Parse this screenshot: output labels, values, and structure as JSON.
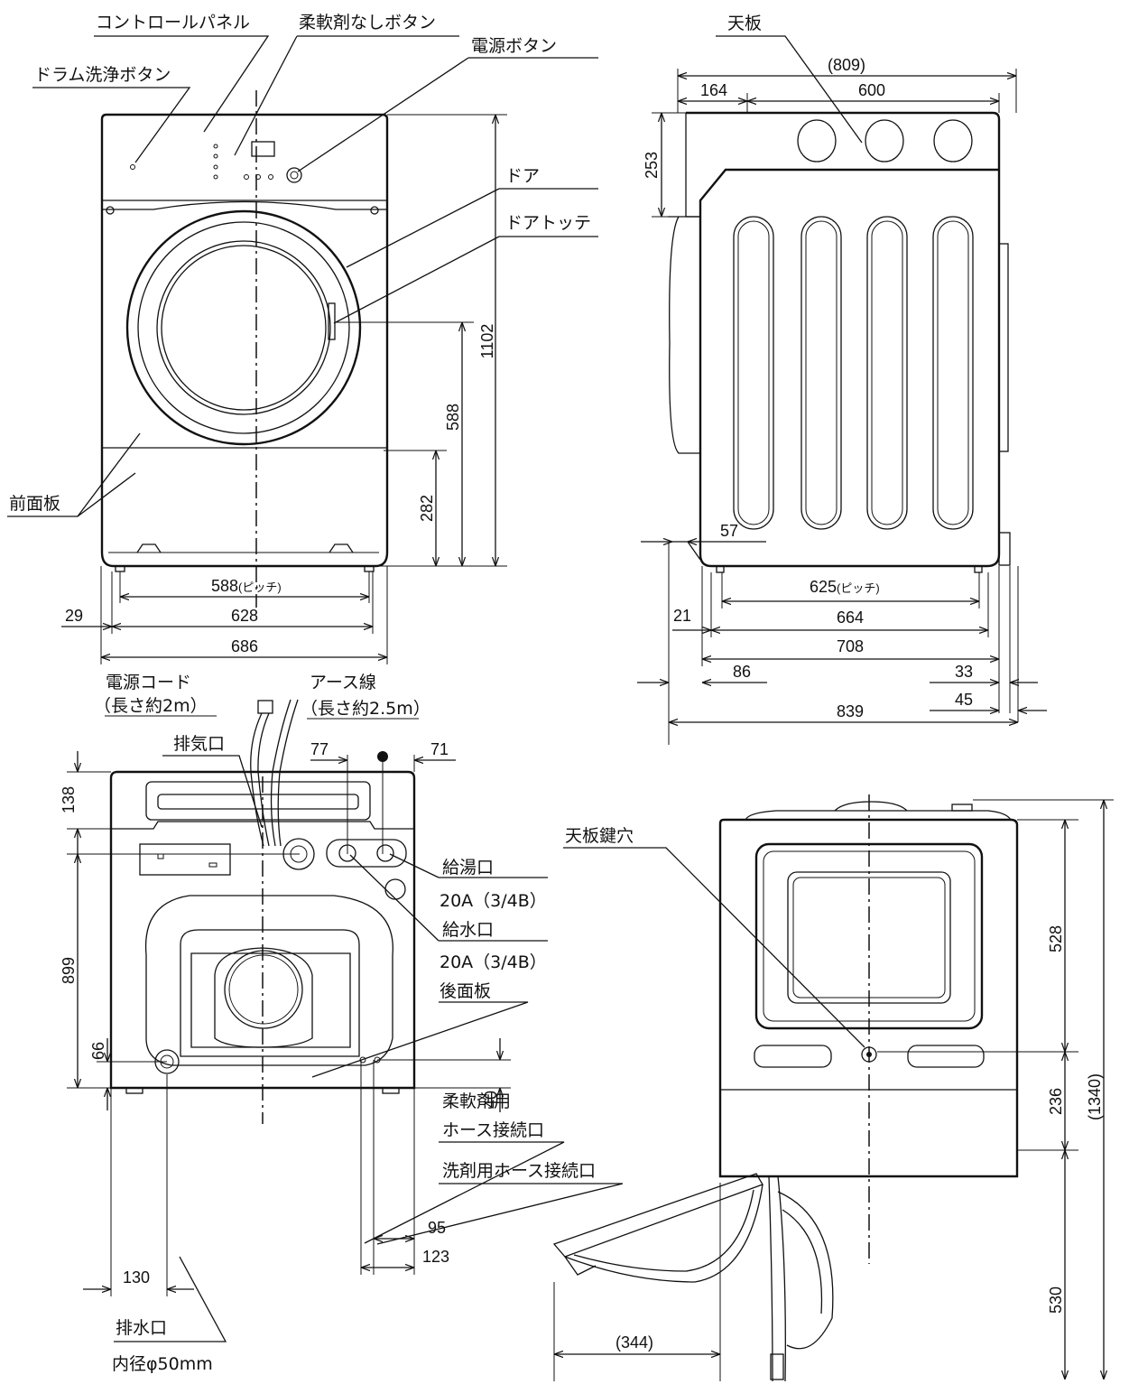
{
  "labels": {
    "control_panel": "コントロールパネル",
    "softener_off_button": "柔軟剤なしボタン",
    "power_button": "電源ボタン",
    "drum_clean_button": "ドラム洗浄ボタン",
    "door": "ドア",
    "door_handle": "ドアトッテ",
    "front_panel": "前面板",
    "top_panel": "天板",
    "power_cord": "電源コード",
    "power_cord_length": "（長さ約2m）",
    "earth_wire": "アース線",
    "earth_wire_length": "（長さ約2.5m）",
    "exhaust": "排気口",
    "hot_water_inlet": "給湯口",
    "hot_water_inlet_size": "20A（3/4B）",
    "water_inlet": "給水口",
    "water_inlet_size": "20A（3/4B）",
    "rear_panel": "後面板",
    "softener_hose_1": "柔軟剤用",
    "softener_hose_2": "ホース接続口",
    "detergent_hose": "洗剤用ホース接続口",
    "drain": "排水口",
    "drain_size": "内径φ50mm",
    "top_lock_hole": "天板鍵穴"
  },
  "front_dims": {
    "height": "1102",
    "door_center": "588",
    "lower": "282",
    "pitch": "588",
    "pitch_note": "(ピッチ)",
    "foot_width": "628",
    "width": "686",
    "offset": "29"
  },
  "side_dims": {
    "overall_top": "(809)",
    "d164": "164",
    "d600": "600",
    "d253": "253",
    "d57": "57",
    "pitch": "625",
    "pitch_note": "(ピッチ)",
    "d21": "21",
    "d664": "664",
    "d708": "708",
    "d86": "86",
    "d33": "33",
    "d45": "45",
    "d839": "839"
  },
  "rear_dims": {
    "d138": "138",
    "d77": "77",
    "d71": "71",
    "d899": "899",
    "d66": "66",
    "d130": "130",
    "d95": "95",
    "d123": "123",
    "d40": "40"
  },
  "open_dims": {
    "d528": "528",
    "d236": "236",
    "d1340": "(1340)",
    "d530": "530",
    "d344": "(344)"
  }
}
